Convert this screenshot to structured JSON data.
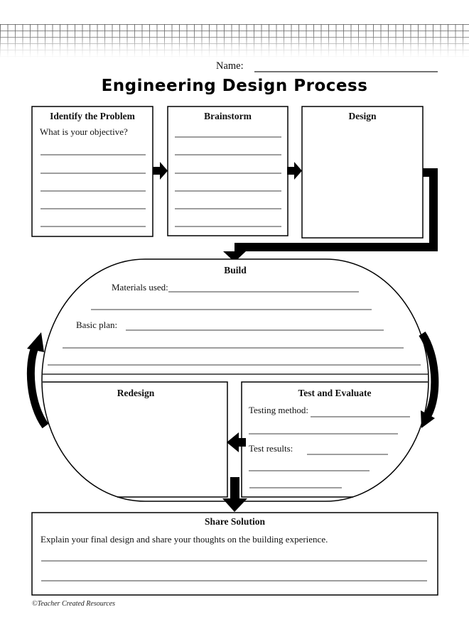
{
  "page": {
    "name_label": "Name:",
    "title": "Engineering Design Process",
    "copyright": "©Teacher Created Resources"
  },
  "steps": {
    "identify": {
      "title": "Identify the Problem",
      "question": "What is your objective?"
    },
    "brainstorm": {
      "title": "Brainstorm"
    },
    "design": {
      "title": "Design"
    },
    "build": {
      "title": "Build",
      "materials_label": "Materials used:",
      "basic_plan_label": "Basic plan:"
    },
    "redesign": {
      "title": "Redesign"
    },
    "test_and_evaluate": {
      "title": "Test and Evaluate",
      "testing_method_label": "Testing method:",
      "test_results_label": "Test results:"
    },
    "share": {
      "title": "Share Solution",
      "prompt": "Explain your final design and share your thoughts on the building experience."
    }
  },
  "colors": {
    "ink": "#000000",
    "write_line": "#3c3c3c",
    "grid_line": "#5c5c5c",
    "paper": "#ffffff"
  }
}
